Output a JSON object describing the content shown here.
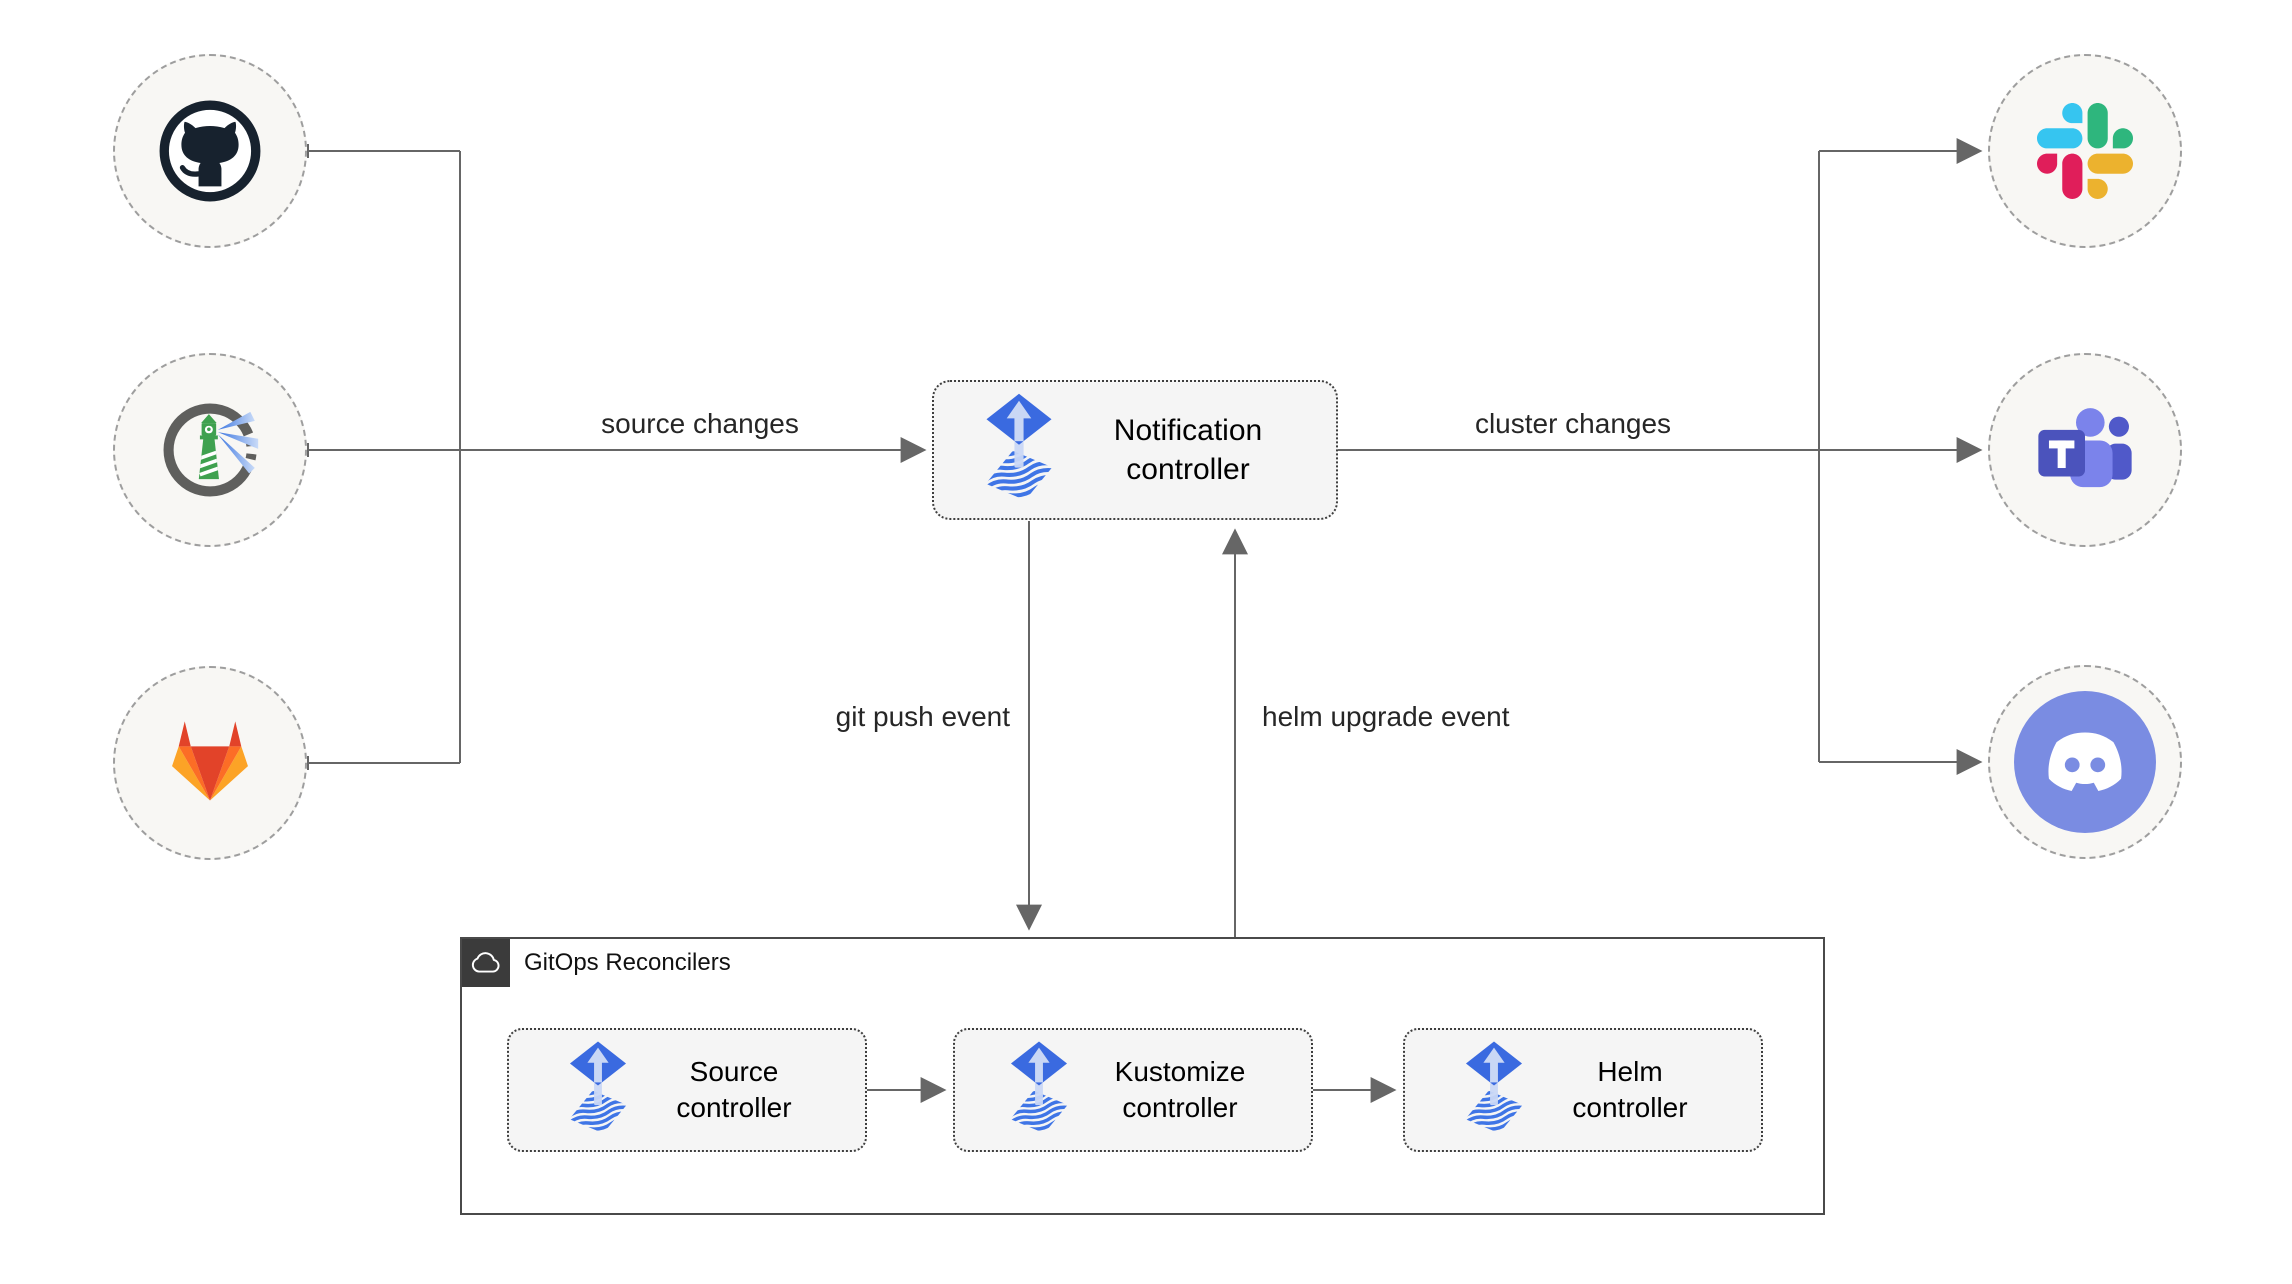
{
  "canvas": {
    "background": "#ffffff"
  },
  "colors": {
    "connector_line": "#666666",
    "node_fill": "#f5f5f5",
    "node_border": "#3e3e3e",
    "circle_fill": "#f8f7f4",
    "circle_border": "#9e9e9e",
    "group_border": "#4a4a4a",
    "group_badge_bg": "#3b3b3b",
    "flux_blue": "#3a6ae0",
    "flux_wave_blue": "#3f75e6",
    "flux_arrow_light": "#c9d7f5",
    "github_dark": "#17222e",
    "harbor_gray": "#5f5f5d",
    "harbor_green": "#3fa14f",
    "gitlab_red": "#e24329",
    "gitlab_orange": "#fc6d26",
    "gitlab_yellow": "#fca326",
    "slack_blue": "#36C5F0",
    "slack_green": "#2EB67D",
    "slack_yellow": "#ECB22E",
    "slack_red": "#E01E5A",
    "teams_dark": "#4b53bc",
    "teams_light": "#7b83eb",
    "teams_mid": "#5059c9",
    "discord_blurple": "#7a8ce2"
  },
  "left_sources": {
    "github": {
      "icon": "github-icon"
    },
    "harbor": {
      "icon": "harbor-icon"
    },
    "gitlab": {
      "icon": "gitlab-icon"
    }
  },
  "notification_targets": {
    "slack": {
      "icon": "slack-icon"
    },
    "teams": {
      "icon": "teams-icon"
    },
    "discord": {
      "icon": "discord-icon"
    }
  },
  "nodes": {
    "notification": {
      "label": "Notification controller",
      "icon": "flux-icon"
    },
    "source": {
      "label": "Source controller",
      "icon": "flux-icon"
    },
    "kustomize": {
      "label": "Kustomize controller",
      "icon": "flux-icon"
    },
    "helm": {
      "label": "Helm controller",
      "icon": "flux-icon"
    }
  },
  "group": {
    "label": "GitOps Reconcilers",
    "icon": "cloud-icon"
  },
  "edge_labels": {
    "source_changes": "source changes",
    "cluster_changes": "cluster changes",
    "git_push": "git push event",
    "helm_upgrade": "helm upgrade event"
  }
}
